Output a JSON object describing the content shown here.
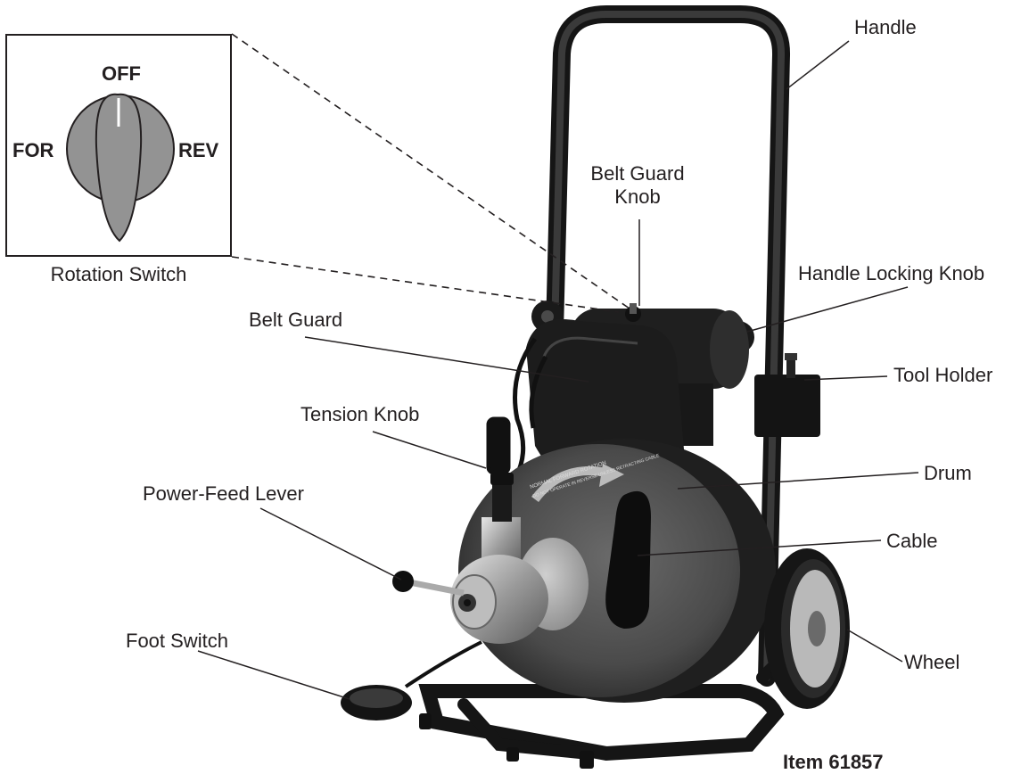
{
  "inset": {
    "caption": "Rotation Switch",
    "positions": {
      "off": "OFF",
      "forward": "FOR",
      "reverse": "REV"
    }
  },
  "callouts": {
    "handle": "Handle",
    "belt_guard_knob": "Belt Guard\nKnob",
    "handle_locking_knob": "Handle Locking Knob",
    "belt_guard": "Belt Guard",
    "tool_holder": "Tool Holder",
    "tension_knob": "Tension Knob",
    "drum": "Drum",
    "power_feed_lever": "Power-Feed Lever",
    "cable": "Cable",
    "foot_switch": "Foot Switch",
    "wheel": "Wheel"
  },
  "drum_label": {
    "line1": "NORMAL FORWARD ROTATION",
    "line2": "DO NOT OPERATE IN REVERSE UNLESS RETRACTING CABLE"
  },
  "item": "Item 61857"
}
